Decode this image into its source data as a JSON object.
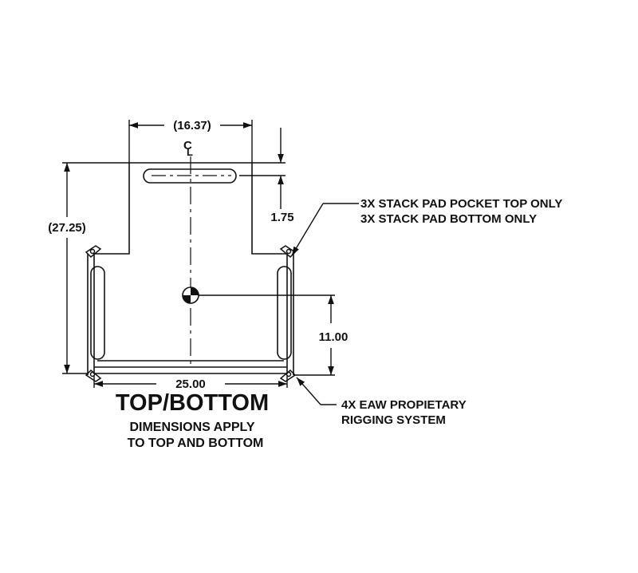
{
  "dimensions": {
    "top_width": "(16.37)",
    "overall_height": "(27.25)",
    "pocket_offset": "1.75",
    "center_height": "11.00",
    "bottom_width": "25.00",
    "centerline_c": "C",
    "centerline_l": "L"
  },
  "callouts": {
    "stack_pad_line1": "3X STACK PAD POCKET TOP ONLY",
    "stack_pad_line2": "3X STACK PAD BOTTOM ONLY",
    "rigging_line1": "4X EAW PROPIETARY",
    "rigging_line2": "RIGGING SYSTEM"
  },
  "title": {
    "main": "TOP/BOTTOM",
    "line1": "DIMENSIONS APPLY",
    "line2": "TO TOP AND BOTTOM"
  },
  "colors": {
    "ink": "#111111",
    "background": "#ffffff"
  }
}
